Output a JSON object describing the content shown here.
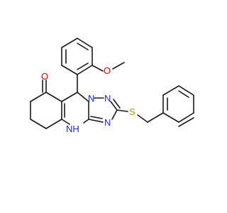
{
  "molecule": {
    "atoms": {
      "ketone_o": {
        "text": "O",
        "color": "#e00000"
      },
      "methoxy_o": {
        "text": "O",
        "color": "#e00000"
      },
      "n_bridge": {
        "text": "N",
        "color": "#2222ee"
      },
      "n_triazole_top": {
        "text": "N",
        "color": "#2222ee"
      },
      "n_triazole_bottom": {
        "text": "N",
        "color": "#2222ee"
      },
      "nh": {
        "text": "NH",
        "color": "#2222ee"
      },
      "sulfur": {
        "text": "S",
        "color": "#b8a000"
      }
    },
    "bond_color": "#1a1a1a"
  }
}
